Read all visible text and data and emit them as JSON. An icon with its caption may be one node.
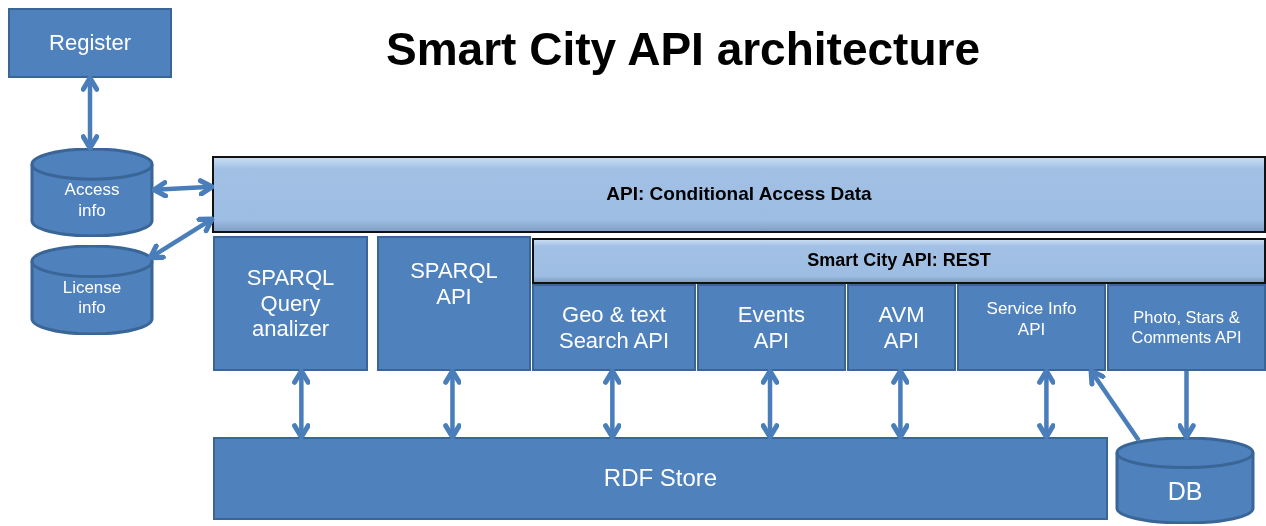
{
  "diagram": {
    "title": "Smart City API architecture",
    "nodes": [
      {
        "text": [
          "Register"
        ]
      },
      {
        "text": [
          "Access info"
        ]
      },
      {
        "text": [
          "License info"
        ]
      },
      {
        "text": [
          "API: Conditional  Access Data"
        ]
      },
      {
        "text": [
          "SPARQL Query analizer"
        ]
      },
      {
        "text": [
          "SPARQL API"
        ]
      },
      {
        "text": [
          "Smart City API: REST"
        ]
      },
      {
        "text": [
          "Geo & text Search API"
        ]
      },
      {
        "text": [
          "Events API"
        ]
      },
      {
        "text": [
          "AVM API"
        ]
      },
      {
        "text": [
          "Service Info API"
        ]
      },
      {
        "text": [
          "Photo, Stars & Comments API"
        ]
      },
      {
        "text": [
          "RDF Store"
        ]
      },
      {
        "text": [
          "DB"
        ]
      }
    ],
    "edges": [
      {
        "from": 0,
        "to": 1,
        "arrow": "both"
      },
      {
        "from": 1,
        "to": 3,
        "arrow": "both"
      },
      {
        "from": 2,
        "to": 3,
        "arrow": "both"
      },
      {
        "from": 4,
        "to": 12,
        "arrow": "both"
      },
      {
        "from": 5,
        "to": 12,
        "arrow": "both"
      },
      {
        "from": 7,
        "to": 12,
        "arrow": "both"
      },
      {
        "from": 8,
        "to": 12,
        "arrow": "both"
      },
      {
        "from": 9,
        "to": 12,
        "arrow": "both"
      },
      {
        "from": 10,
        "to": 12,
        "arrow": "both"
      },
      {
        "from": 13,
        "to": 10,
        "arrow": "to"
      },
      {
        "from": 11,
        "to": 13,
        "arrow": "to"
      }
    ]
  }
}
